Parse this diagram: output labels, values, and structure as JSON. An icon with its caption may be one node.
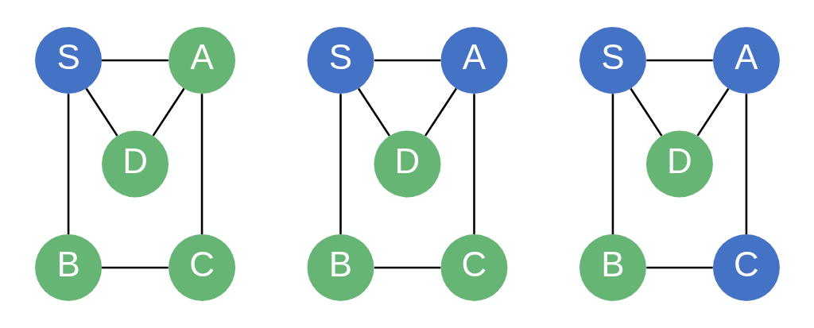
{
  "diagram": {
    "nodes": [
      {
        "text": [
          "S"
        ]
      },
      {
        "text": [
          "A"
        ]
      },
      {
        "text": [
          "D"
        ]
      },
      {
        "text": [
          "B"
        ]
      },
      {
        "text": [
          "C"
        ]
      },
      {
        "text": [
          "S"
        ]
      },
      {
        "text": [
          "A"
        ]
      },
      {
        "text": [
          "D"
        ]
      },
      {
        "text": [
          "B"
        ]
      },
      {
        "text": [
          "C"
        ]
      },
      {
        "text": [
          "S"
        ]
      },
      {
        "text": [
          "A"
        ]
      },
      {
        "text": [
          "D"
        ]
      },
      {
        "text": [
          "B"
        ]
      },
      {
        "text": [
          "C"
        ]
      }
    ],
    "edges": [
      {
        "from": 0,
        "to": 1,
        "arrow": "none"
      },
      {
        "from": 0,
        "to": 2,
        "arrow": "none"
      },
      {
        "from": 2,
        "to": 1,
        "arrow": "none"
      },
      {
        "from": 0,
        "to": 3,
        "arrow": "none"
      },
      {
        "from": 1,
        "to": 4,
        "arrow": "none"
      },
      {
        "from": 3,
        "to": 4,
        "arrow": "none"
      },
      {
        "from": 5,
        "to": 6,
        "arrow": "none"
      },
      {
        "from": 5,
        "to": 7,
        "arrow": "none"
      },
      {
        "from": 7,
        "to": 6,
        "arrow": "none"
      },
      {
        "from": 5,
        "to": 8,
        "arrow": "none"
      },
      {
        "from": 6,
        "to": 9,
        "arrow": "none"
      },
      {
        "from": 8,
        "to": 9,
        "arrow": "none"
      },
      {
        "from": 10,
        "to": 11,
        "arrow": "none"
      },
      {
        "from": 10,
        "to": 12,
        "arrow": "none"
      },
      {
        "from": 12,
        "to": 11,
        "arrow": "none"
      },
      {
        "from": 10,
        "to": 13,
        "arrow": "none"
      },
      {
        "from": 11,
        "to": 14,
        "arrow": "none"
      },
      {
        "from": 13,
        "to": 14,
        "arrow": "none"
      }
    ]
  }
}
